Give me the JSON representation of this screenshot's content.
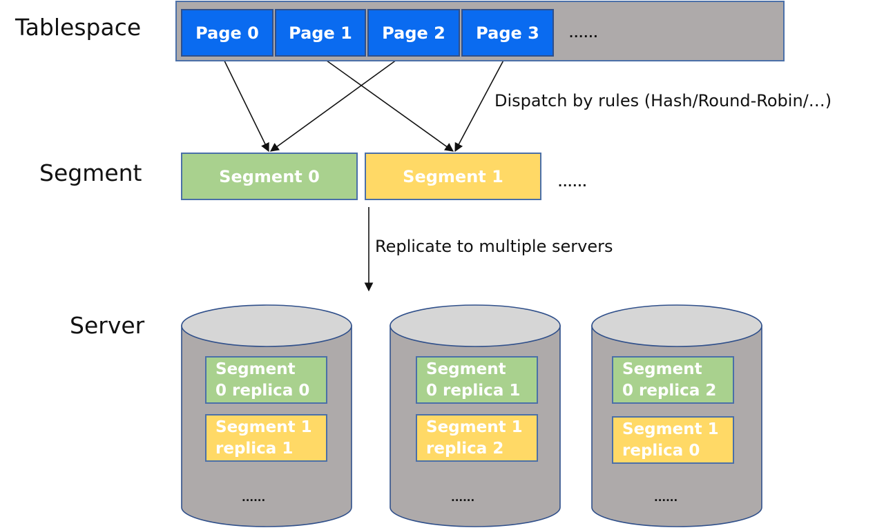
{
  "labels": {
    "tablespace": "Tablespace",
    "segment": "Segment",
    "server": "Server"
  },
  "pages": [
    "Page 0",
    "Page 1",
    "Page 2",
    "Page 3"
  ],
  "pages_more": "......",
  "segments": [
    "Segment 0",
    "Segment 1"
  ],
  "segments_more": "......",
  "dispatch_note": "Dispatch by rules (Hash/Round-Robin/…)",
  "replicate_note": "Replicate to multiple servers",
  "servers": [
    {
      "replicas": [
        {
          "line1": "Segment",
          "line2": "0 replica 0"
        },
        {
          "line1": "Segment 1",
          "line2": "replica 1"
        }
      ],
      "more": "......"
    },
    {
      "replicas": [
        {
          "line1": "Segment",
          "line2": "0 replica 1"
        },
        {
          "line1": "Segment 1",
          "line2": "replica 2"
        }
      ],
      "more": "......"
    },
    {
      "replicas": [
        {
          "line1": "Segment",
          "line2": "0 replica 2"
        },
        {
          "line1": "Segment 1",
          "line2": "replica 0"
        }
      ],
      "more": "......"
    }
  ],
  "colors": {
    "page": "#0a6bf0",
    "segment0": "#a9d18e",
    "segment1": "#ffd966",
    "bar": "#aeaaaa",
    "cylinder": "#aeaaaa",
    "cylinder_top": "#d6d6d6",
    "border": "#4a6fa8"
  }
}
